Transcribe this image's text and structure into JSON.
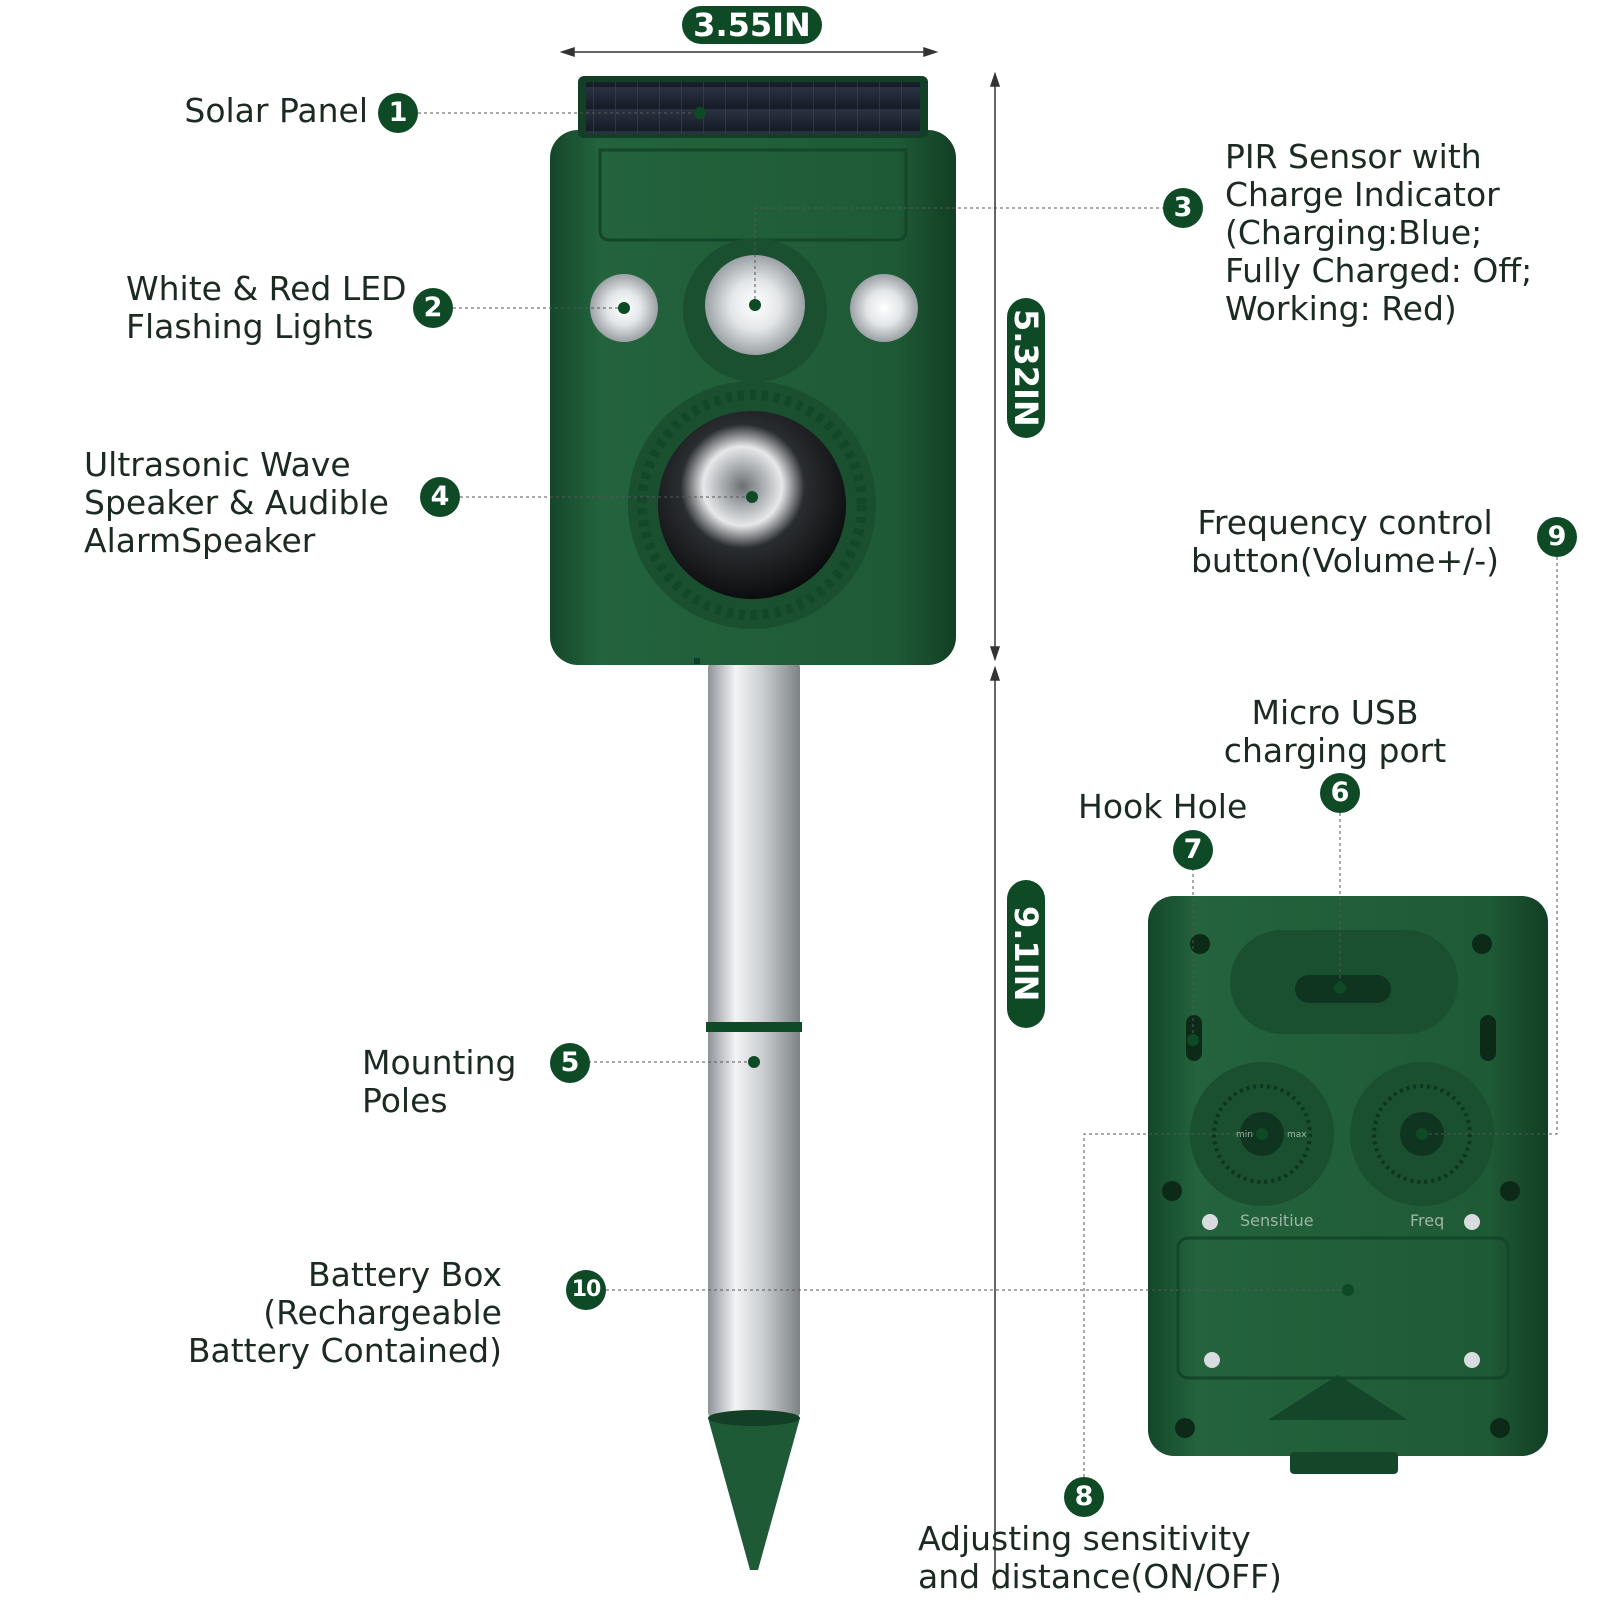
{
  "dimensions": {
    "width": "3.55IN",
    "device_height": "5.32IN",
    "total_height": "9.1IN"
  },
  "callouts": [
    {
      "number": "1",
      "lines": [
        "Solar Panel"
      ]
    },
    {
      "number": "2",
      "lines": [
        "White & Red LED",
        "Flashing Lights"
      ]
    },
    {
      "number": "3",
      "lines": [
        "PIR Sensor with",
        "Charge Indicator",
        "(Charging:Blue;",
        "Fully Charged: Off;",
        "Working: Red)"
      ]
    },
    {
      "number": "4",
      "lines": [
        "Ultrasonic Wave",
        "Speaker & Audible",
        "AlarmSpeaker"
      ]
    },
    {
      "number": "5",
      "lines": [
        "Mounting",
        "Poles"
      ]
    },
    {
      "number": "6",
      "lines": [
        "Micro USB",
        "charging port"
      ]
    },
    {
      "number": "7",
      "lines": [
        "Hook Hole"
      ]
    },
    {
      "number": "8",
      "lines": [
        "Adjusting sensitivity",
        "and distance(ON/OFF)"
      ]
    },
    {
      "number": "9",
      "lines": [
        "Frequency control",
        "button(Volume+/-)"
      ]
    },
    {
      "number": "10",
      "lines": [
        "Battery Box",
        "(Rechargeable",
        "Battery Contained)"
      ]
    }
  ],
  "device_back_labels": {
    "dial_left": "Sensitiue",
    "dial_right": "Freq",
    "dial_min": "min",
    "dial_max": "max"
  },
  "colors": {
    "body_green": "#1f5a36",
    "badge_green": "#0e4a26",
    "pole_silver": "#c9cdd0"
  }
}
